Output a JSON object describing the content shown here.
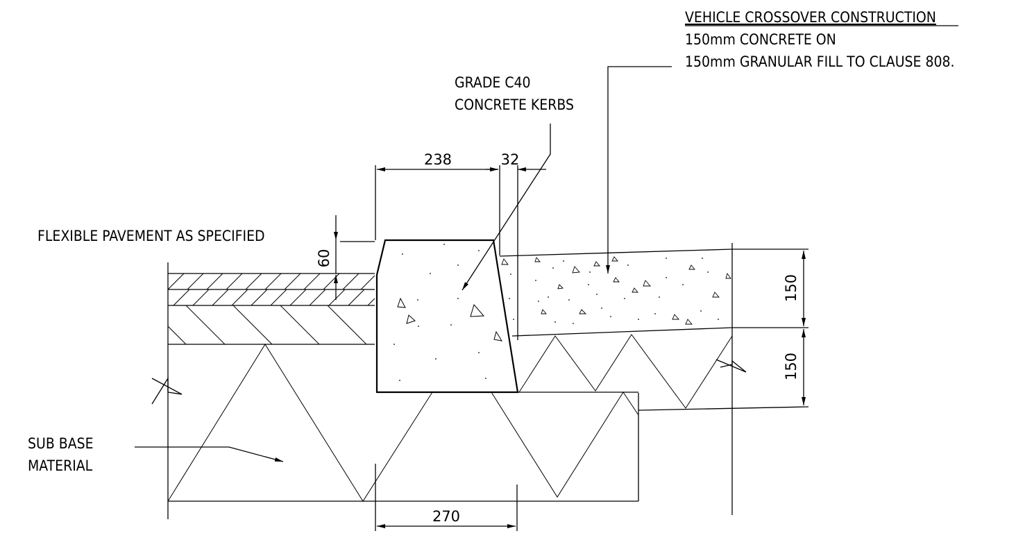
{
  "labels": {
    "vehicle_title": "VEHICLE CROSSOVER CONSTRUCTION",
    "vehicle_line1": "150mm CONCRETE ON",
    "vehicle_line2": "150mm GRANULAR FILL TO CLAUSE 808.",
    "kerb_line1": "GRADE C40",
    "kerb_line2": "CONCRETE KERBS",
    "pavement": "FLEXIBLE PAVEMENT AS SPECIFIED",
    "subbase_line1": "SUB BASE",
    "subbase_line2": "MATERIAL"
  },
  "dimensions": {
    "kerb_width": "238",
    "kerb_batter": "32",
    "kerb_height": "60",
    "concrete_depth": "150",
    "fill_depth": "150",
    "bedding_width": "270"
  }
}
